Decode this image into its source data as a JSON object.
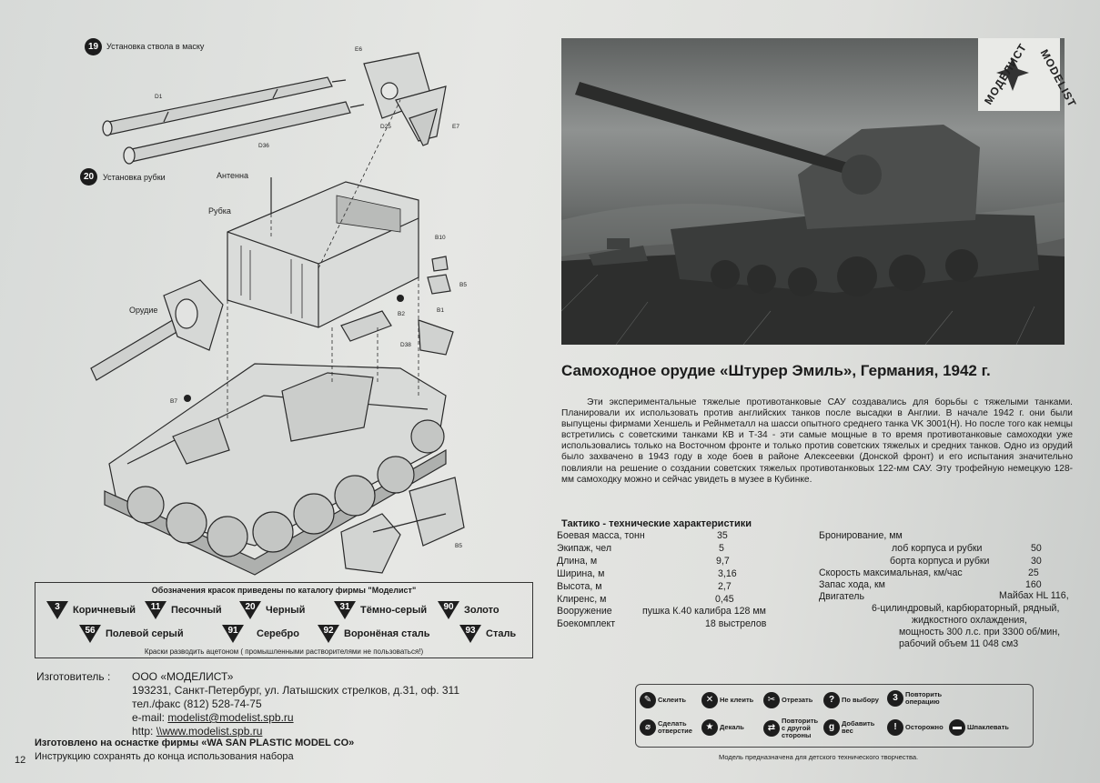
{
  "page_number": "12",
  "steps": [
    {
      "number": "19",
      "title": "Установка ствола в маску"
    },
    {
      "number": "20",
      "title": "Установка рубки"
    }
  ],
  "part_labels": {
    "antenna": "Антенна",
    "cabin": "Рубка",
    "gun": "Орудие"
  },
  "part_codes": [
    "E6",
    "D1",
    "D36",
    "D25",
    "E7",
    "B10",
    "B5",
    "B2",
    "B1",
    "D38",
    "B7",
    "B5"
  ],
  "paint_legend": {
    "header": "Обозначения красок приведены по каталогу фирмы \"Моделист\"",
    "colors": [
      {
        "code": "3",
        "name": "Коричневый"
      },
      {
        "code": "11",
        "name": "Песочный"
      },
      {
        "code": "20",
        "name": "Черный"
      },
      {
        "code": "31",
        "name": "Тёмно-серый"
      },
      {
        "code": "90",
        "name": "Золото"
      },
      {
        "code": "56",
        "name": "Полевой серый"
      },
      {
        "code": "91",
        "name": "Серебро"
      },
      {
        "code": "92",
        "name": "Воронёная сталь"
      },
      {
        "code": "93",
        "name": "Сталь"
      }
    ],
    "note": "Краски разводить ацетоном ( промышленными растворителями не пользоваться!)"
  },
  "manufacturer": {
    "label": "Изготовитель :",
    "name": "ООО «МОДЕЛИСТ»",
    "address": "193231, Санкт-Петербург, ул. Латышских стрелков, д.31, оф. 311",
    "phone": "тел./факс (812) 528-74-75",
    "email_label": "e-mail:",
    "email": "modelist@modelist.spb.ru",
    "http_label": "http:",
    "http": "\\\\www.modelist.spb.ru",
    "tooling": "Изготовлено на оснастке фирмы «WA SAN PLASTIC MODEL CO»",
    "keep": "Инструкцию сохранять до конца использования набора"
  },
  "logo": {
    "text": "МОДЕЛИСТ",
    "text2": "MODELIST"
  },
  "article": {
    "title": "Самоходное орудие «Штурер Эмиль», Германия, 1942 г.",
    "body": "Эти экспериментальные тяжелые противотанковые САУ создавались для борьбы с тяжелыми танками. Планировали их использовать против английских танков после высадки в Англии. В начале 1942 г. они были выпущены фирмами Хеншель и Рейнметалл на шасси опытного среднего танка VK 3001(Н). Но после того как немцы встретились с советскими танками КВ и Т-34 - эти самые мощные в то время противотанковые самоходки уже использовались только на Восточном фронте и только против советских тяжелых и средних танков. Одно из орудий было захвачено в 1943 году в ходе боев в районе Алексеевки (Донской фронт) и его испытания значительно повлияли на решение о создании советских тяжелых противотанковых 122-мм САУ. Эту трофейную немецкую 128-мм самоходку можно и сейчас увидеть в музее в Кубинке."
  },
  "specs": {
    "header": "Тактико - технические характеристики",
    "left": [
      {
        "label": "Боевая масса, тонн",
        "value": "35"
      },
      {
        "label": "Экипаж, чел",
        "value": "5"
      },
      {
        "label": "Длина, м",
        "value": "9,7"
      },
      {
        "label": "Ширина, м",
        "value": "3,16"
      },
      {
        "label": "Высота, м",
        "value": "2,7"
      },
      {
        "label": "Клиренс, м",
        "value": "0,45"
      },
      {
        "label": "Вооружение",
        "value": "пушка К.40 калибра 128 мм"
      },
      {
        "label": "Боекомплект",
        "value": "18 выстрелов"
      }
    ],
    "armor_label": "Бронирование, мм",
    "armor": [
      {
        "label": "лоб корпуса и рубки",
        "value": "50"
      },
      {
        "label": "борта корпуса и рубки",
        "value": "30"
      }
    ],
    "right": [
      {
        "label": "Скорость максимальная, км/час",
        "value": "25"
      },
      {
        "label": "Запас хода, км",
        "value": "160"
      }
    ],
    "engine_label": "Двигатель",
    "engine_lines": [
      "Майбах HL 116,",
      "6-цилиндровый, карбюраторный, рядный,",
      "жидкостного охлаждения,",
      "мощность 300 л.с. при 3300 об/мин,",
      "рабочий объем 11 048 см3"
    ]
  },
  "symbols": [
    {
      "icon": "glue-icon",
      "glyph": "✎",
      "label": "Склеить"
    },
    {
      "icon": "no-glue-icon",
      "glyph": "✕",
      "label": "Не клеить"
    },
    {
      "icon": "cut-icon",
      "glyph": "✂",
      "label": "Отрезать"
    },
    {
      "icon": "question-icon",
      "glyph": "?",
      "label": "По выбору"
    },
    {
      "icon": "repeat-icon",
      "glyph": "3",
      "label": "Повторить операцию"
    },
    {
      "icon": "drill-icon",
      "glyph": "⌀",
      "label": "Сделать отверстие"
    },
    {
      "icon": "decal-icon",
      "glyph": "★",
      "label": "Декаль"
    },
    {
      "icon": "mirror-icon",
      "glyph": "⇄",
      "label": "Повторить с другой стороны"
    },
    {
      "icon": "weight-icon",
      "glyph": "g",
      "label": "Добавить вес"
    },
    {
      "icon": "caution-icon",
      "glyph": "!",
      "label": "Осторожно"
    },
    {
      "icon": "putty-icon",
      "glyph": "▬",
      "label": "Шпаклевать"
    }
  ],
  "footer_note": "Модель предназначена для детского технического творчества."
}
